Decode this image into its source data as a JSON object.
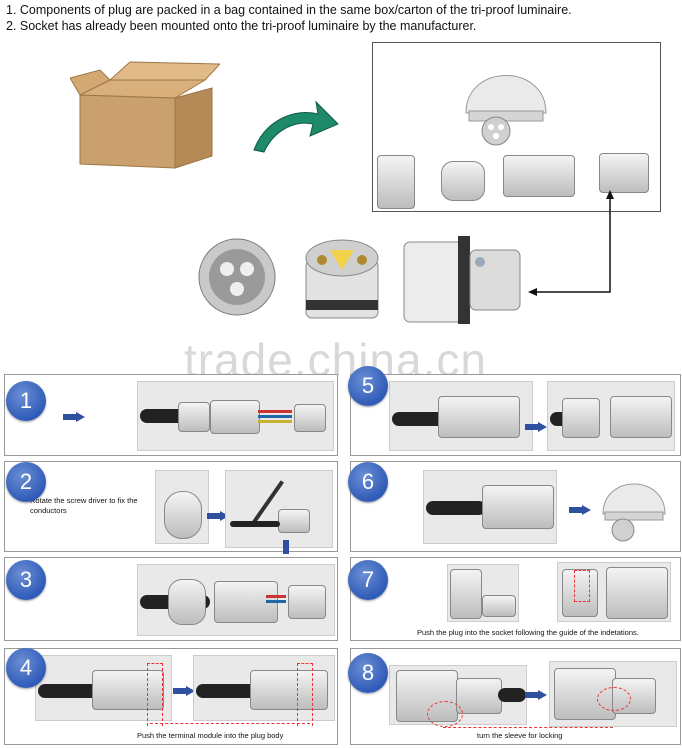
{
  "header": {
    "line1": "1. Components of plug are packed in a bag contained in the same box/carton of the tri-proof luminaire.",
    "line2": "2. Socket has already been mounted onto the tri-proof luminaire by the manufacturer."
  },
  "watermark": "trade.china.cn",
  "steps": [
    {
      "num": "1"
    },
    {
      "num": "2",
      "text": "Rotate the screw driver to fix the conductors"
    },
    {
      "num": "3"
    },
    {
      "num": "4",
      "caption": "Push the terminal module into the plug body"
    },
    {
      "num": "5"
    },
    {
      "num": "6"
    },
    {
      "num": "7",
      "caption": "Push the plug into the socket following the guide of the indetations."
    },
    {
      "num": "8",
      "caption": "turn the sleeve for locking"
    }
  ],
  "colors": {
    "arrow_green": "#1e8a6a",
    "step_blue": "#2f5bb8",
    "dashed_red": "#e33333"
  }
}
